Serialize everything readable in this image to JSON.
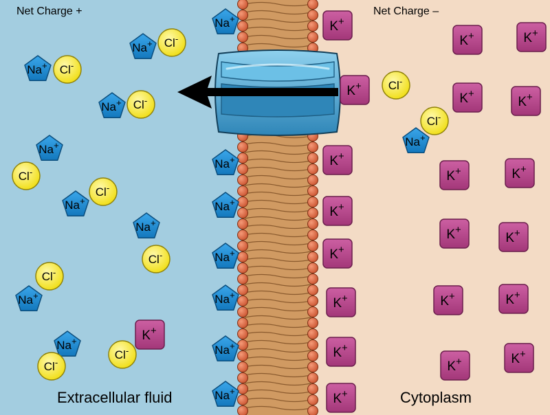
{
  "labels": {
    "net_charge_left": "Net Charge +",
    "net_charge_right": "Net Charge –",
    "region_left": "Extracellular fluid",
    "region_right": "Cytoplasm"
  },
  "ions": {
    "sodium": {
      "symbol": "Na",
      "charge": "+",
      "color": "#1a90d8"
    },
    "chloride": {
      "symbol": "Cl",
      "charge": "-",
      "color": "#f4e81e"
    },
    "potassium": {
      "symbol": "K",
      "charge": "+",
      "color": "#b9468f"
    }
  },
  "colors": {
    "extracellular": "#a3cde0",
    "cytoplasm": "#f3dbc5",
    "lipid_head": "#e06840",
    "lipid_tail": "#d09a62",
    "channel": "#3d9bc9",
    "arrow": "#000000"
  },
  "icons": {
    "channel": "potassium-leak-channel-icon",
    "arrow": "efflux-arrow-icon"
  }
}
